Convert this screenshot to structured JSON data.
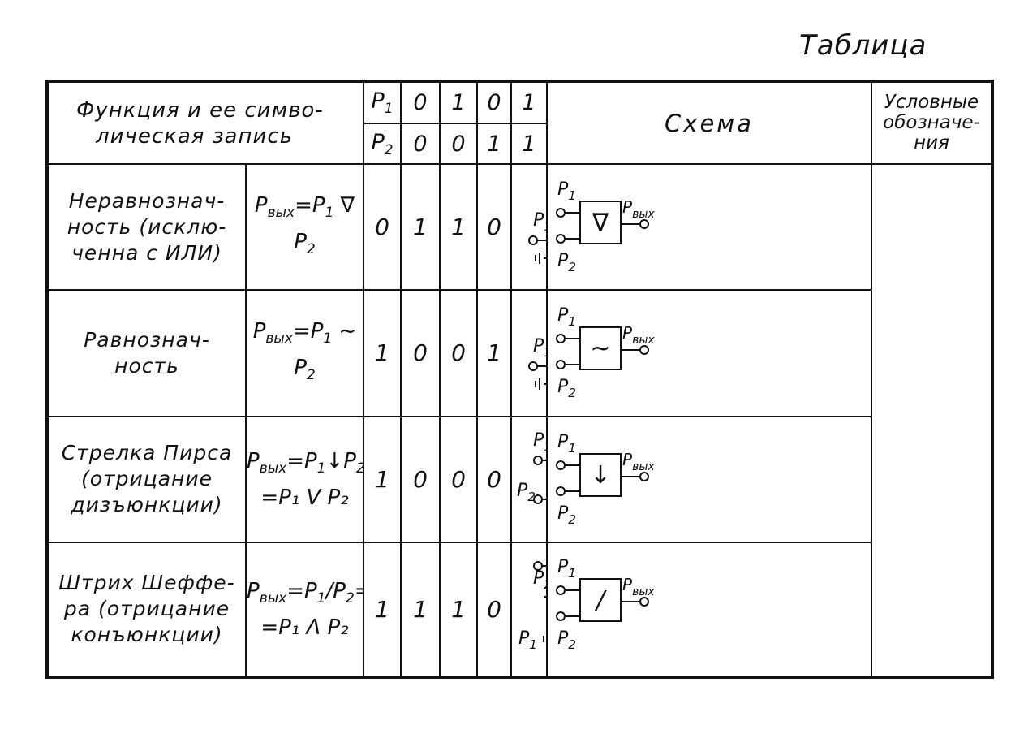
{
  "caption": "Таблица",
  "header": {
    "function_line1": "Функция и ее симво-",
    "function_line2": "лическая запись",
    "p1": "P",
    "p1_sub": "1",
    "p2": "P",
    "p2_sub": "2",
    "p1_bits": [
      "0",
      "1",
      "0",
      "1"
    ],
    "p2_bits": [
      "0",
      "0",
      "1",
      "1"
    ],
    "scheme": "Схема",
    "symbols_line1": "Условные",
    "symbols_line2": "обозначе-",
    "symbols_line3": "ния"
  },
  "rows": [
    {
      "name_lines": [
        "Неравнознач-",
        "ность (исклю-",
        "ченна с ИЛИ)"
      ],
      "formula_line1": "P",
      "formula_line1_sub": "вых",
      "formula_line1_rest": "=P",
      "formula_p1_sub": "1",
      "formula_op": " ∇ P",
      "formula_p2_sub": "2",
      "formula_line1_tail": "",
      "formula_line2": "",
      "outputs": [
        "0",
        "1",
        "1",
        "0"
      ],
      "symbol": "∇"
    },
    {
      "name_lines": [
        "Равнознач-",
        "ность"
      ],
      "formula_line1": "P",
      "formula_line1_sub": "вых",
      "formula_line1_rest": "=P",
      "formula_p1_sub": "1",
      "formula_op": " ~ P",
      "formula_p2_sub": "2",
      "formula_line1_tail": "",
      "formula_line2": "",
      "outputs": [
        "1",
        "0",
        "0",
        "1"
      ],
      "symbol": "~"
    },
    {
      "name_lines": [
        "Стрелка Пирса",
        "(отрицание",
        "дизъюнкции)"
      ],
      "formula_line1": "P",
      "formula_line1_sub": "вых",
      "formula_line1_rest": "=P",
      "formula_p1_sub": "1",
      "formula_op": "↓P",
      "formula_p2_sub": "2",
      "formula_line1_tail": "=",
      "formula_line2": "=P₁ V P₂",
      "outputs": [
        "1",
        "0",
        "0",
        "0"
      ],
      "symbol": "↓"
    },
    {
      "name_lines": [
        "Штрих Шеффе-",
        "ра (отрицание",
        "конъюнкции)"
      ],
      "formula_line1": "P",
      "formula_line1_sub": "вых",
      "formula_line1_rest": "=P",
      "formula_p1_sub": "1",
      "formula_op": "/P",
      "formula_p2_sub": "2",
      "formula_line1_tail": "=",
      "formula_line2": "=P₁ Λ P₂",
      "outputs": [
        "1",
        "1",
        "1",
        "0"
      ],
      "symbol": "/"
    }
  ],
  "labels": {
    "p1": "P",
    "p1_sub": "1",
    "p2": "P",
    "p2_sub": "2",
    "pout": "P",
    "pout_sub": "вых"
  }
}
